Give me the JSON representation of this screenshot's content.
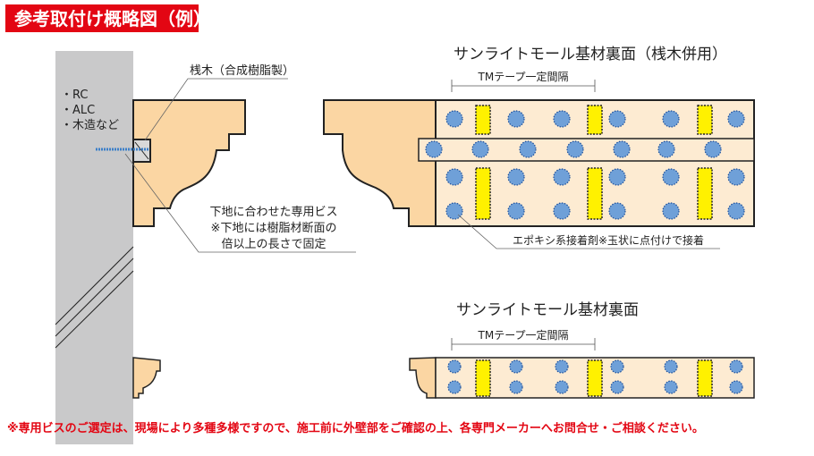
{
  "header": {
    "title": "参考取付け概略図（例）"
  },
  "colors": {
    "accent_red": "#e30613",
    "wall": "#c9c9ca",
    "molding": "#fbd6a3",
    "backing": "#fdebd2",
    "dot": "#6fa0d8",
    "tape": "#fff100"
  },
  "left_section": {
    "substrates": [
      "・RC",
      "・ALC",
      "・木造など"
    ],
    "batten_label": "桟木（合成樹脂製）",
    "screw_note": [
      "下地に合わせた専用ビス",
      "※下地には樹脂材断面の",
      "倍以上の長さで固定"
    ]
  },
  "top_right": {
    "title": "サンライトモール基材裏面（桟木併用）",
    "tape_label": "TMテープ一定間隔",
    "adhesive_label": "エポキシ系接着剤※玉状に点付けで接着"
  },
  "bottom_right": {
    "title": "サンライトモール基材裏面",
    "tape_label": "TMテープ一定間隔"
  },
  "footer": {
    "note": "※専用ビスのご選定は、現場により多種多様ですので、施工前に外壁部をご確認の上、各専門メーカーへお問合せ・ご相談ください。"
  }
}
